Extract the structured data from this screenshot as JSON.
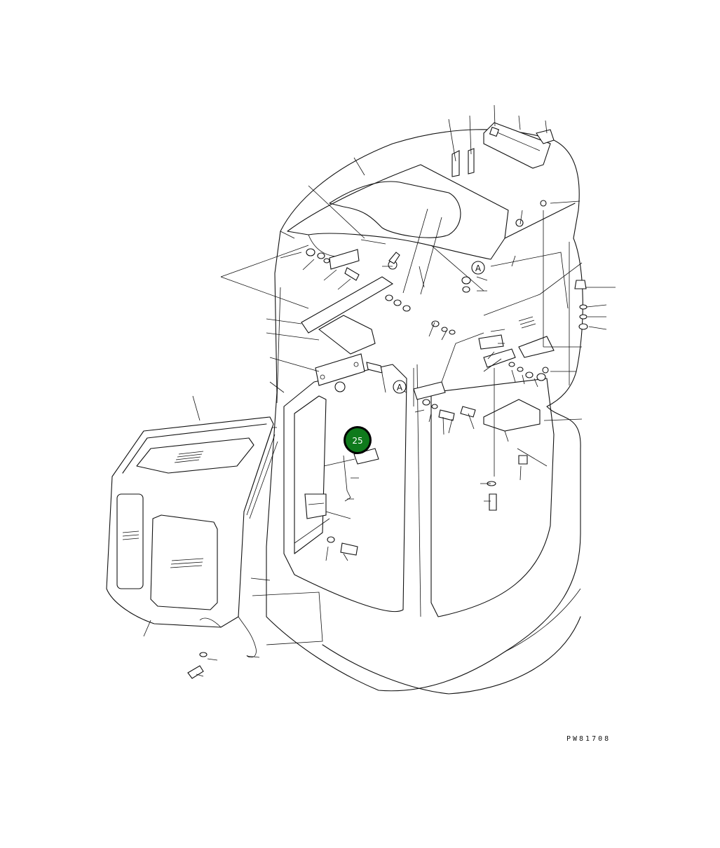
{
  "diagram": {
    "callout": {
      "number": "25",
      "color": "#0f7a1c"
    },
    "reference_marks": [
      "A",
      "A"
    ],
    "drawing_code": "PW81708"
  }
}
